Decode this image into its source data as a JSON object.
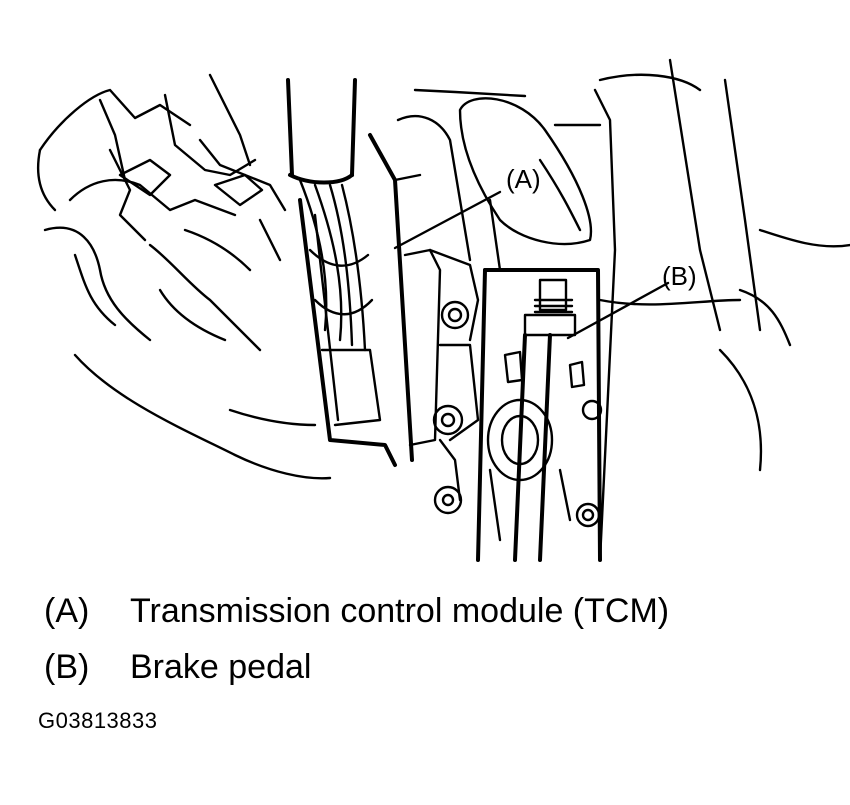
{
  "callouts": [
    {
      "key": "(A)"
    },
    {
      "key": "(B)"
    }
  ],
  "legend": [
    {
      "key": "(A)",
      "label": "Transmission control module (TCM)"
    },
    {
      "key": "(B)",
      "label": "Brake pedal"
    }
  ],
  "figure_code": "G03813833"
}
